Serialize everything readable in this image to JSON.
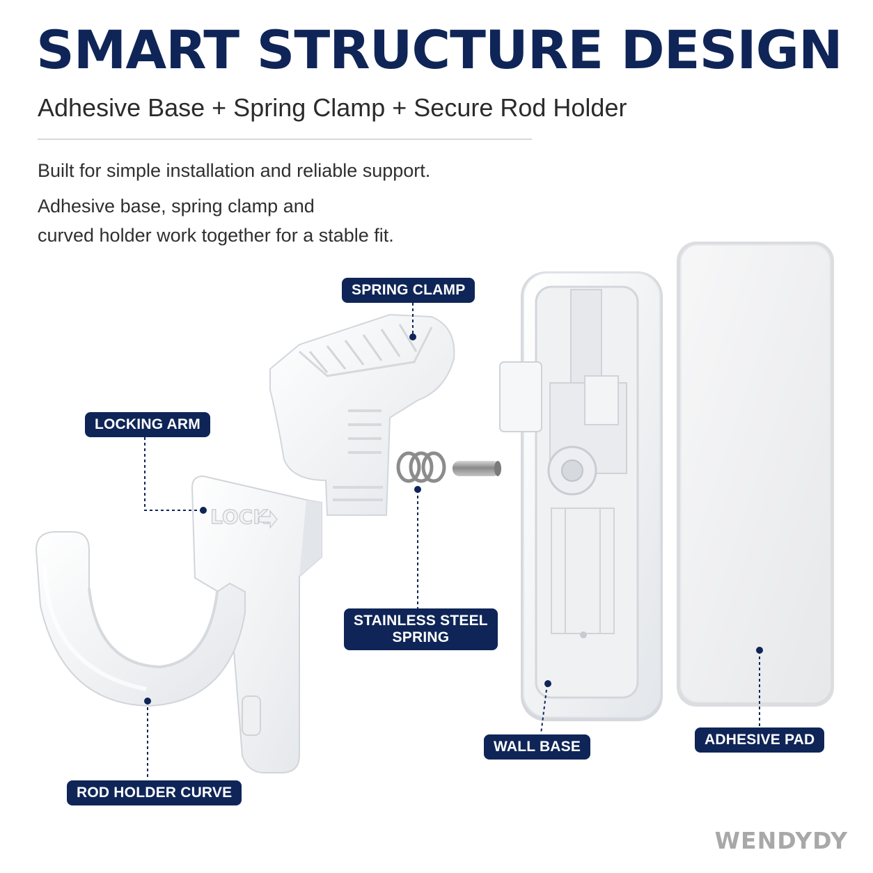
{
  "header": {
    "title": "SMART STRUCTURE DESIGN",
    "subtitle": "Adhesive Base + Spring Clamp + Secure Rod Holder"
  },
  "intro": {
    "line1": "Built for simple installation and reliable support.",
    "line2": "Adhesive base, spring clamp and",
    "line3": "curved holder work together for a stable fit."
  },
  "callouts": {
    "spring_clamp": "SPRING CLAMP",
    "locking_arm": "LOCKING ARM",
    "stainless_line1": "STAINLESS STEEL",
    "stainless_line2": "SPRING",
    "wall_base": "WALL BASE",
    "adhesive_pad": "ADHESIVE PAD",
    "rod_holder_curve": "ROD HOLDER CURVE"
  },
  "lock_embossing": "LOCK",
  "brand": "WENDYDY",
  "colors": {
    "accent": "#0f2557",
    "part_white": "#f4f5f7",
    "part_shadow": "#d9dce1"
  }
}
